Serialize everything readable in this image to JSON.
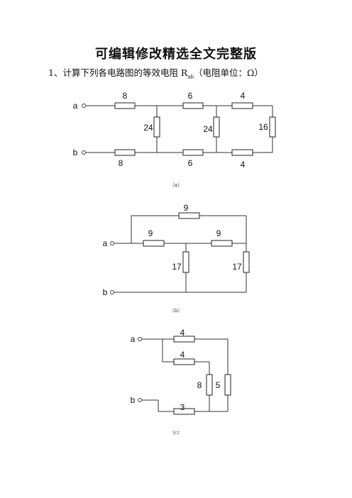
{
  "doc": {
    "title": "可编辑修改精选全文完整版",
    "question_prefix": "1、计算下列各电路图的等效电阻 R",
    "question_sub": "ab",
    "question_suffix": "（电阻单位：Ω）"
  },
  "circuit_a": {
    "terminals": [
      "a",
      "b"
    ],
    "resistors": [
      "8",
      "6",
      "4",
      "24",
      "24",
      "16",
      "8",
      "6",
      "4"
    ],
    "caption": "（a）"
  },
  "circuit_b": {
    "terminals": [
      "a",
      "b"
    ],
    "resistors": [
      "9",
      "9",
      "9",
      "17",
      "17"
    ],
    "caption": "（b）"
  },
  "circuit_c": {
    "terminals": [
      "a",
      "b"
    ],
    "resistors": [
      "4",
      "4",
      "8",
      "5",
      "3"
    ],
    "caption": "（c）"
  }
}
